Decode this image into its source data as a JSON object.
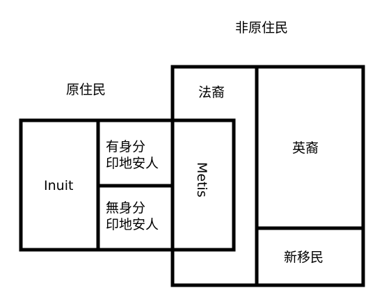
{
  "labels": {
    "non_indigenous": "非原住民",
    "indigenous": "原住民",
    "inuit": "Inuit",
    "status_indian": [
      "有身分",
      "印地安人"
    ],
    "non_status_indian": [
      "無身分",
      "印地安人"
    ],
    "metis": "Metis",
    "french": "法裔",
    "english": "英裔",
    "new_immigrants": "新移民"
  },
  "colors": {
    "line": "#000000",
    "background": "#ffffff"
  }
}
